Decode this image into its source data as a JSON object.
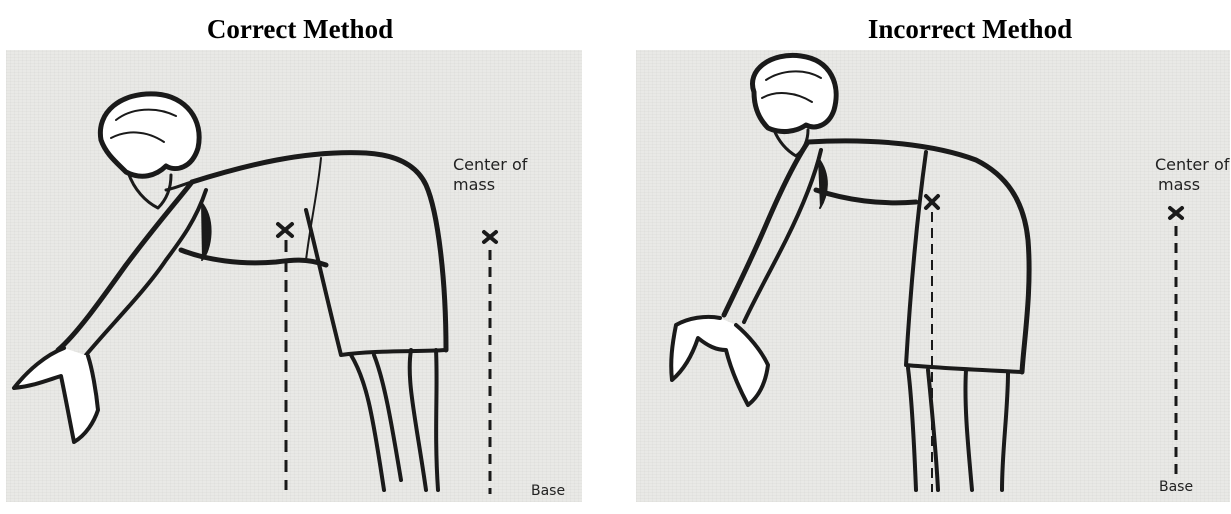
{
  "titles": {
    "correct": "Correct Method",
    "incorrect": "Incorrect Method"
  },
  "labels": {
    "center_line1": "Center of",
    "center_line2": "mass",
    "base": "Base"
  },
  "colors": {
    "panel_bg": "#e9e9e6",
    "ink": "#1a1a1a"
  }
}
